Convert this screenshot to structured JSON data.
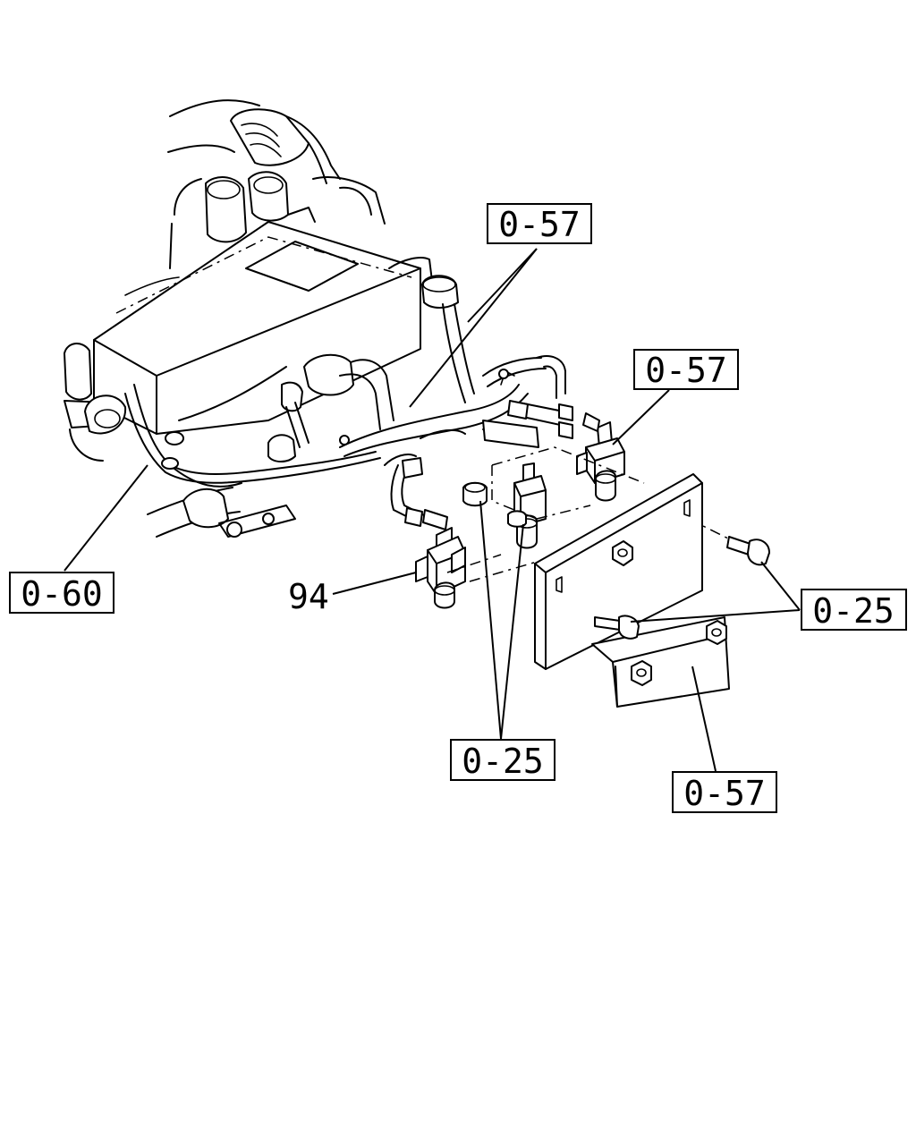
{
  "callouts": {
    "ref_0_57_top": "0-57",
    "ref_0_57_mid": "0-57",
    "ref_0_57_bottom": "0-57",
    "ref_0_60": "0-60",
    "ref_0_25_right": "0-25",
    "ref_0_25_bottom": "0-25",
    "part_94": "94"
  }
}
